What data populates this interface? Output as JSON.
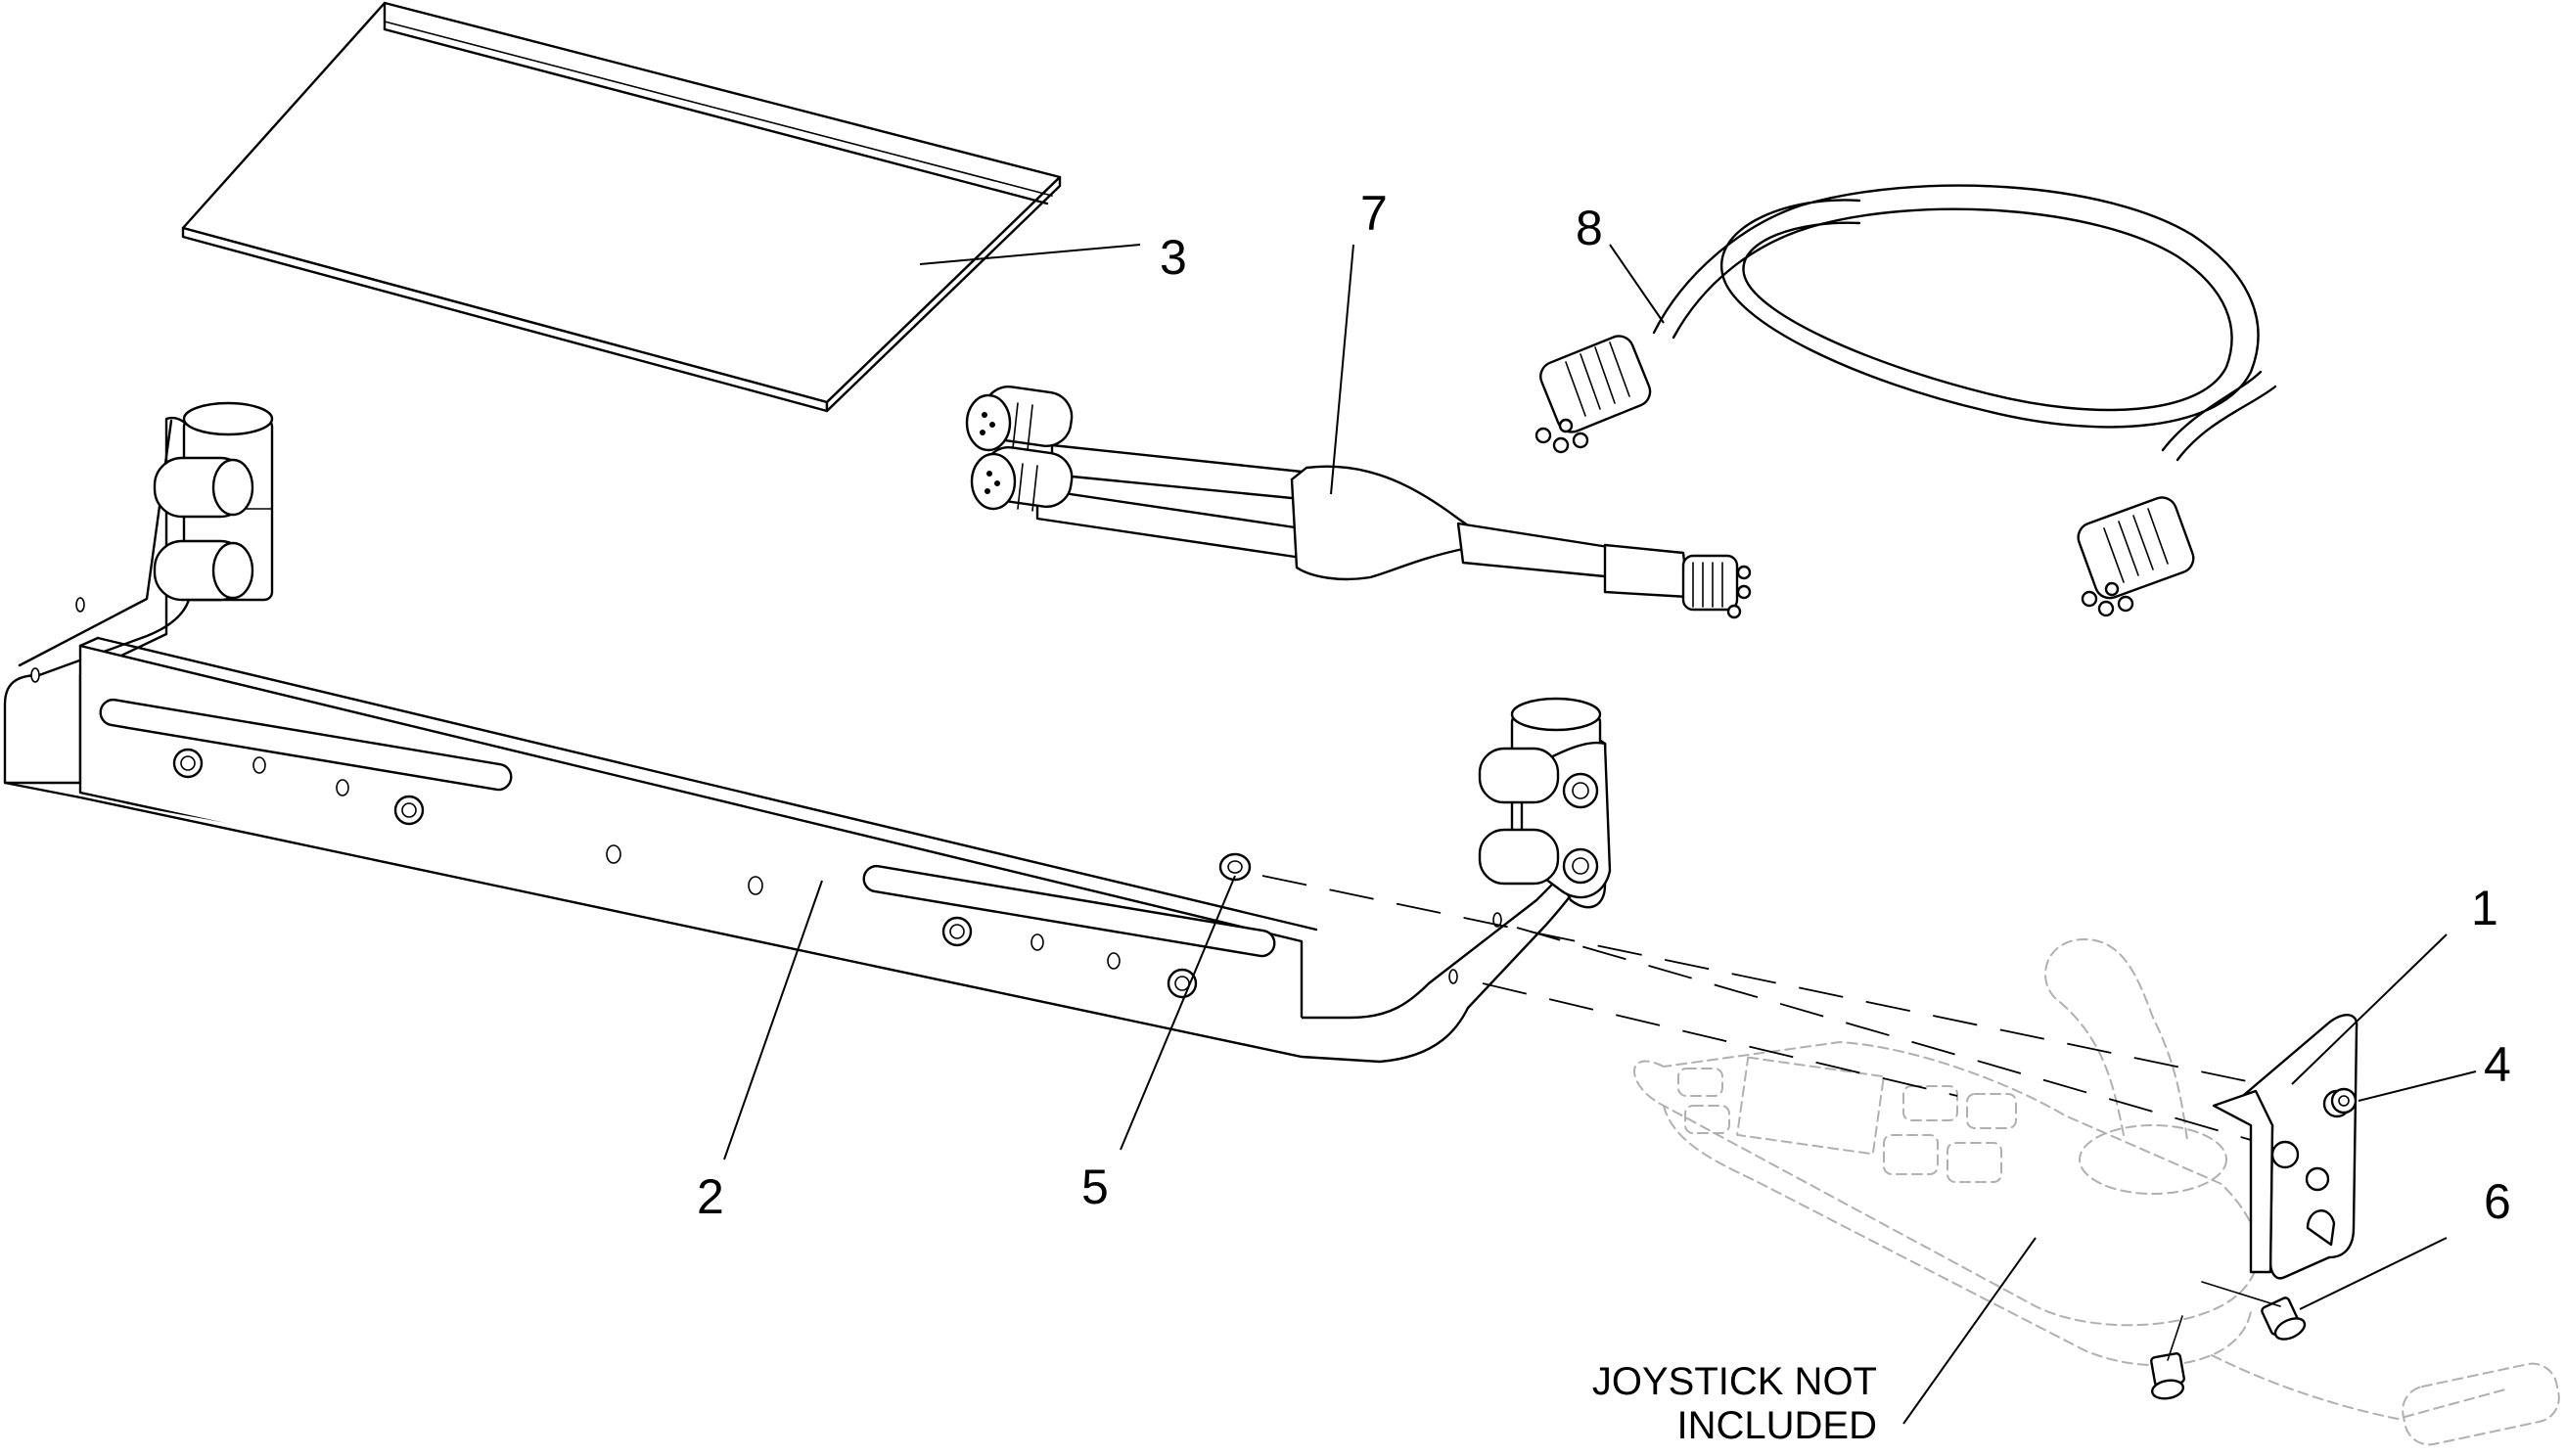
{
  "callouts": {
    "c1": "1",
    "c2": "2",
    "c3": "3",
    "c4": "4",
    "c5": "5",
    "c6": "6",
    "c7": "7",
    "c8": "8"
  },
  "note": {
    "line1": "JOYSTICK NOT",
    "line2": "INCLUDED"
  },
  "colors": {
    "line": "#000000",
    "ghost": "#b0b0b0",
    "background": "#ffffff"
  }
}
